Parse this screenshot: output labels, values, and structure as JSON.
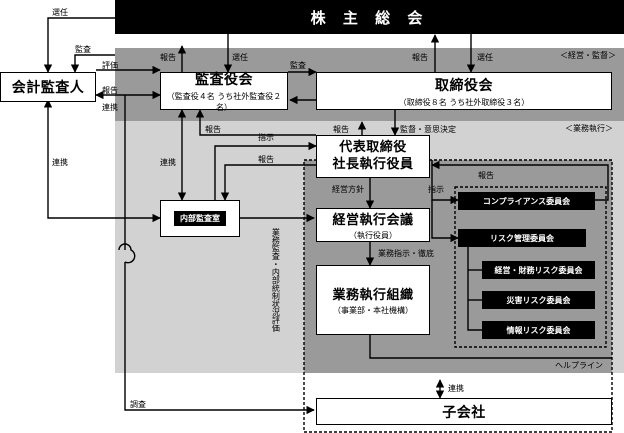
{
  "shareholders": "株 主 総 会",
  "auditor": "会計監査人",
  "audit_board": {
    "title": "監査役会",
    "sub": "（監査役４名 うち社外監査役２名）"
  },
  "board": {
    "title": "取締役会",
    "sub": "（取締役８名 うち社外取締役３名）"
  },
  "ceo": {
    "line1": "代表取締役",
    "line2": "社長執行役員"
  },
  "exec_committee": {
    "title": "経営執行会議",
    "sub": "（執行役員）"
  },
  "operations": {
    "title": "業務執行組織",
    "sub": "（事業部・本社機構）"
  },
  "internal_audit": "内部監査室",
  "subsidiary": "子会社",
  "committees": {
    "compliance": "コンプライアンス委員会",
    "risk": "リスク管理委員会",
    "financial": "経営・財務リスク委員会",
    "disaster": "災害リスク委員会",
    "info": "情報リスク委員会"
  },
  "zones": {
    "oversight": "＜経営・監督＞",
    "execution": "＜業務執行＞",
    "helpline": "ヘルプライン"
  },
  "labels": {
    "elect_left": "選任",
    "audit": "監査",
    "evaluation": "評価",
    "report": "報告",
    "cooperation": "連携",
    "report_sh1": "報告",
    "elect_sh1": "選任",
    "report_sh2": "報告",
    "elect_sh2": "選任",
    "audit_board_to_board": "監査",
    "report_a": "報告",
    "instruction": "指示",
    "report_b": "報告",
    "report_c": "報告",
    "supervision": "監督・意思決定",
    "coop_left": "連携",
    "coop_ia": "連携",
    "mgmt_policy": "経営方針",
    "instruction2": "指示",
    "report_comp": "報告",
    "biz_instruction": "業務指示・徹底",
    "audit_vertical": "業務監査・内部統制状況評価",
    "coop_sub": "連携",
    "investigation": "調査"
  }
}
